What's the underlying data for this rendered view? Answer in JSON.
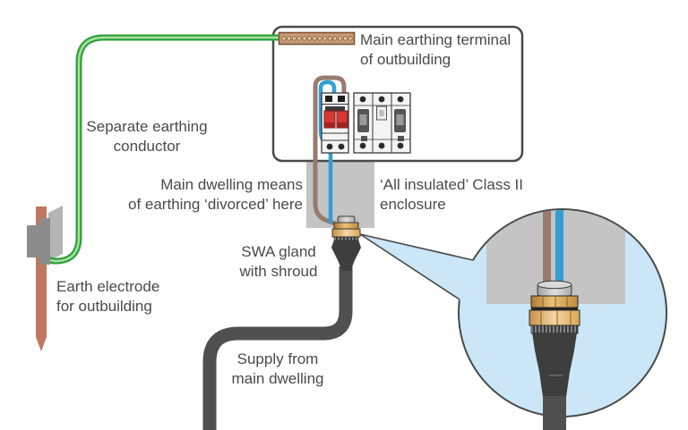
{
  "diagram": {
    "labels": {
      "main_earthing_terminal": {
        "line1": "Main earthing terminal",
        "line2": "of outbuilding"
      },
      "separate_earthing_conductor": {
        "line1": "Separate earthing",
        "line2": "conductor"
      },
      "main_dwelling_divorced": {
        "line1": "Main dwelling means",
        "line2": "of earthing ‘divorced’ here"
      },
      "all_insulated_enclosure": {
        "line1": "‘All insulated’ Class II",
        "line2": "enclosure"
      },
      "swa_gland": {
        "line1": "SWA gland",
        "line2": "with shroud"
      },
      "earth_electrode": {
        "line1": "Earth electrode",
        "line2": "for outbuilding"
      },
      "supply_main_dwelling": {
        "line1": "Supply from",
        "line2": "main dwelling"
      }
    },
    "colors": {
      "earthing_conductor_green": "#2ca13a",
      "earthing_conductor_core": "#a9e0a1",
      "line_conductor_brown": "#987b6c",
      "neutral_conductor_blue": "#2f9fd6",
      "earth_terminal_copper": "#c79a76",
      "earth_rod_copper": "#c0775f",
      "enclosure_outline": "#4a4a4a",
      "class2_enclosure_gray": "#c4c4c4",
      "swa_cable_gray": "#4f4f4f",
      "gland_brass": "#d9a855",
      "callout_fill_blue": "#cbe7f7",
      "rcd_switch_red": "#d63832",
      "label_text": "#4a4a4a"
    }
  }
}
